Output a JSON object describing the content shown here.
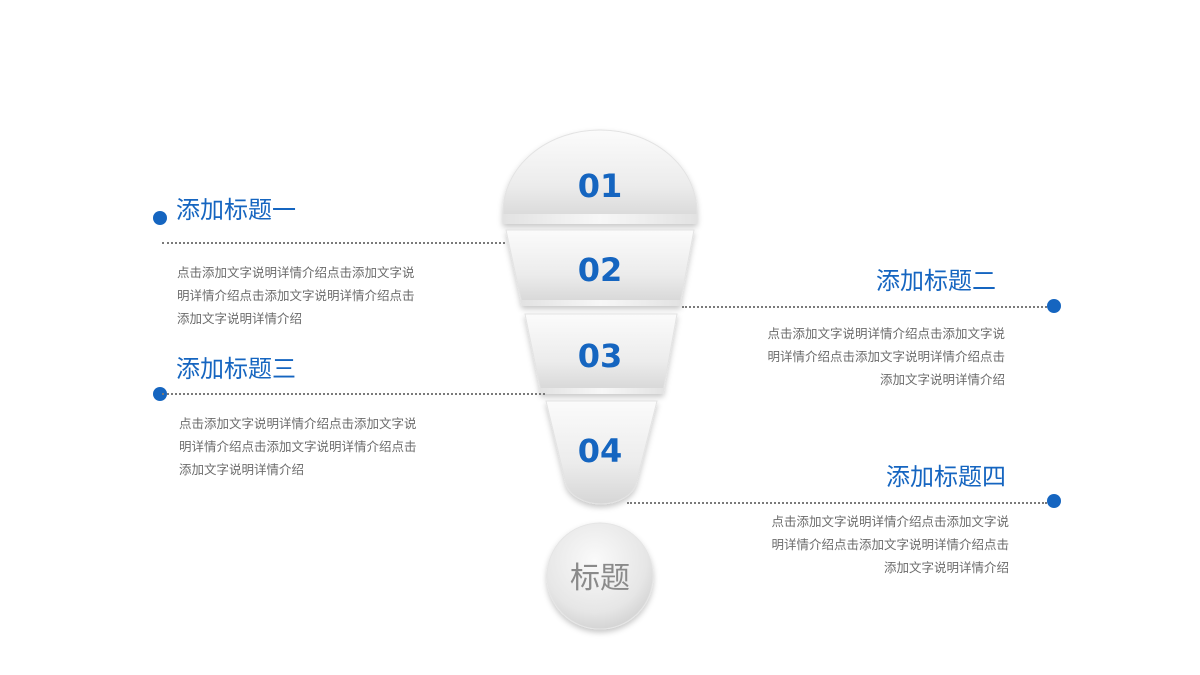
{
  "items": [
    {
      "number": "01",
      "title": "添加标题一",
      "desc": [
        "点击添加文字说明详情介绍点击添加文字说",
        "明详情介绍点击添加文字说明详情介绍点击",
        "添加文字说明详情介绍"
      ]
    },
    {
      "number": "02",
      "title": "添加标题二",
      "desc": [
        "点击添加文字说明详情介绍点击添加文字说",
        "明详情介绍点击添加文字说明详情介绍点击",
        "添加文字说明详情介绍"
      ]
    },
    {
      "number": "03",
      "title": "添加标题三",
      "desc": [
        "点击添加文字说明详情介绍点击添加文字说",
        "明详情介绍点击添加文字说明详情介绍点击",
        "添加文字说明详情介绍"
      ]
    },
    {
      "number": "04",
      "title": "添加标题四",
      "desc": [
        "点击添加文字说明详情介绍点击添加文字说",
        "明详情介绍点击添加文字说明详情介绍点击",
        "添加文字说明详情介绍"
      ]
    }
  ],
  "circle_label": "标题",
  "colors": {
    "accent": "#1565c0",
    "text": "#6b6b6b",
    "segment_top": "#f4f4f4",
    "segment_bottom": "#d9d9d9"
  }
}
